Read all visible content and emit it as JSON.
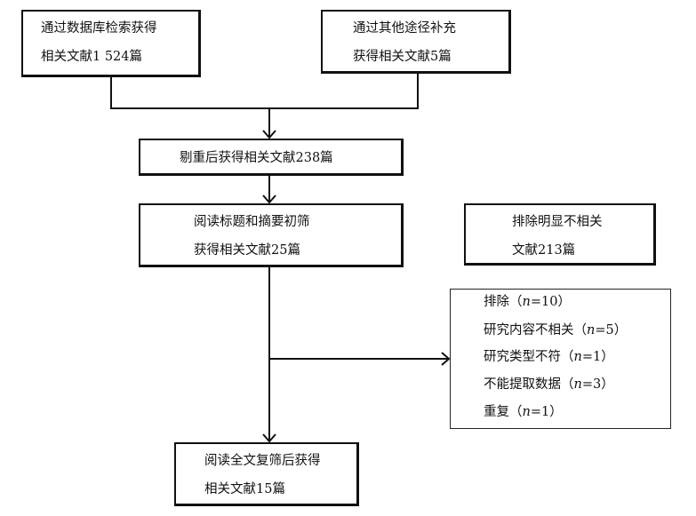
{
  "boxes": {
    "database": {
      "line1": "通过数据库检索获得",
      "line2": "相关文献1 524篇"
    },
    "other": {
      "line1": "通过其他途径补充",
      "line2": "获得相关文献5篇"
    },
    "dedup": {
      "line1": "剔重后获得相关文献238篇"
    },
    "screen": {
      "line1": "阅读标题和摘要初筛",
      "line2": "获得相关文献25篇"
    },
    "excluded_irrelevant": {
      "line1": "排除明显不相关",
      "line2": "文献213篇"
    },
    "excluded": {
      "title_prefix": "排除（",
      "title_n": "n",
      "title_suffix": "=10）",
      "items": [
        {
          "prefix": "研究内容不相关（",
          "n": "n",
          "suffix": "=5）"
        },
        {
          "prefix": "研究类型不符（",
          "n": "n",
          "suffix": "=1）"
        },
        {
          "prefix": "不能提取数据（",
          "n": "n",
          "suffix": "=3）"
        },
        {
          "prefix": "重复（",
          "n": "n",
          "suffix": "=1）"
        }
      ]
    },
    "final": {
      "line1": "阅读全文复筛后获得",
      "line2": "相关文献15篇"
    }
  }
}
